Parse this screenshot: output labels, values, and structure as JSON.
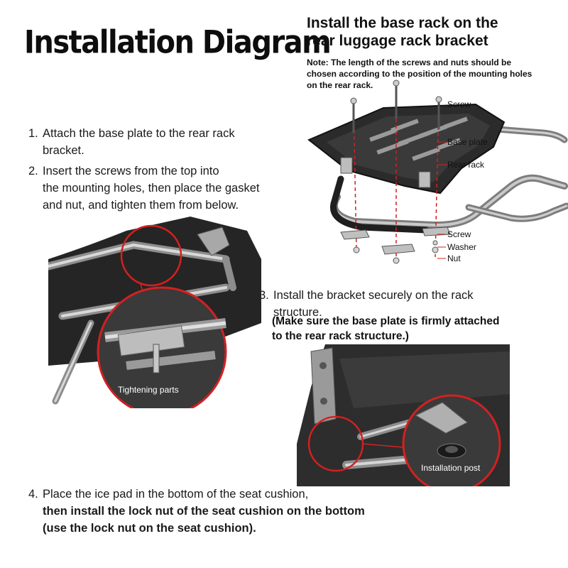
{
  "title": "Installation Diagram",
  "top_section": {
    "heading_line1": "Install the base rack on the",
    "heading_line2": "rear luggage rack bracket",
    "note_line1": "Note: The length of the screws and nuts should be",
    "note_line2": "chosen according to the position of the mounting holes",
    "note_line3": "on the rear rack."
  },
  "steps": [
    {
      "number": "1.",
      "line1": "Attach the base plate to the rear rack",
      "line2": "bracket."
    },
    {
      "number": "2.",
      "line1": "Insert the screws from the top into",
      "line2": "the mounting holes, then place the gasket",
      "line3": "and nut, and tighten them from below."
    },
    {
      "number": "3.",
      "line1": "Install the bracket securely on the rack",
      "line2": "structure.",
      "sub1": "(Make sure the base plate is firmly attached",
      "sub2": "to the rear rack structure.)"
    },
    {
      "number": "4.",
      "line1": "Place the ice pad in the bottom of the seat cushion,",
      "line2": "then install the lock nut of the seat cushion on the bottom",
      "line3": "(use the lock nut on the seat cushion)."
    }
  ],
  "labels": {
    "screw_top": "Screw",
    "base_plate": "Base plate",
    "rear_rack": "Rear rack",
    "screw_bottom": "Screw",
    "washer": "Washer",
    "nut": "Nut",
    "tightening_parts": "Tightening parts",
    "installation_post": "Installation post"
  },
  "colors": {
    "accent_red": "#d42020",
    "rack_metal": "#9a9a9a",
    "plate_dark": "#2a2a2a"
  }
}
